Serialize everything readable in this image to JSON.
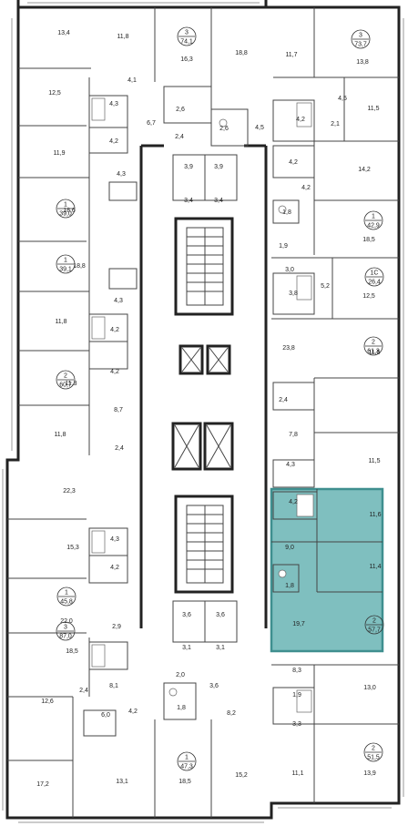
{
  "highlight_color": "#7fbfbf",
  "areas": [
    {
      "id": "a1",
      "text": "13,4"
    },
    {
      "id": "a2",
      "text": "11,8"
    },
    {
      "id": "a3",
      "text": "16,3"
    },
    {
      "id": "a4",
      "text": "18,8"
    },
    {
      "id": "a5",
      "text": "11,7"
    },
    {
      "id": "a6",
      "text": "13,8"
    },
    {
      "id": "a7",
      "text": "4,1"
    },
    {
      "id": "a8",
      "text": "12,5"
    },
    {
      "id": "a9",
      "text": "4,3"
    },
    {
      "id": "a10",
      "text": "2,6"
    },
    {
      "id": "a11",
      "text": "2,6"
    },
    {
      "id": "a12",
      "text": "6,7"
    },
    {
      "id": "a13",
      "text": "4,2"
    },
    {
      "id": "a14",
      "text": "2,4"
    },
    {
      "id": "a15",
      "text": "4,5"
    },
    {
      "id": "a16",
      "text": "4,5"
    },
    {
      "id": "a17",
      "text": "4,2"
    },
    {
      "id": "a18",
      "text": "2,1"
    },
    {
      "id": "a19",
      "text": "11,5"
    },
    {
      "id": "a20",
      "text": "11,9"
    },
    {
      "id": "a21",
      "text": "4,3"
    },
    {
      "id": "a22",
      "text": "3,9"
    },
    {
      "id": "a23",
      "text": "3,9"
    },
    {
      "id": "a24",
      "text": "4,2"
    },
    {
      "id": "a25",
      "text": "14,2"
    },
    {
      "id": "a26",
      "text": "18,6"
    },
    {
      "id": "a27",
      "text": "3,4"
    },
    {
      "id": "a28",
      "text": "3,4"
    },
    {
      "id": "a29",
      "text": "4,2"
    },
    {
      "id": "a30",
      "text": "1,8"
    },
    {
      "id": "a31",
      "text": "18,5"
    },
    {
      "id": "a32",
      "text": "18,8"
    },
    {
      "id": "a33",
      "text": "1,9"
    },
    {
      "id": "a34",
      "text": "3,0"
    },
    {
      "id": "a35",
      "text": "5,2"
    },
    {
      "id": "a36",
      "text": "3,8"
    },
    {
      "id": "a37",
      "text": "12,5"
    },
    {
      "id": "a38",
      "text": "4,3"
    },
    {
      "id": "a39",
      "text": "11,8"
    },
    {
      "id": "a40",
      "text": "4,2"
    },
    {
      "id": "a41",
      "text": "4,2"
    },
    {
      "id": "a42",
      "text": "23,8"
    },
    {
      "id": "a43",
      "text": "11,3"
    },
    {
      "id": "a44",
      "text": "8,7"
    },
    {
      "id": "a45",
      "text": "2,4"
    },
    {
      "id": "a46",
      "text": "11,5"
    },
    {
      "id": "a47",
      "text": "11,8"
    },
    {
      "id": "a48",
      "text": "7,8"
    },
    {
      "id": "a49",
      "text": "2,4"
    },
    {
      "id": "a50",
      "text": "11,5"
    },
    {
      "id": "a51",
      "text": "4,3"
    },
    {
      "id": "a52",
      "text": "22,3"
    },
    {
      "id": "a53",
      "text": "4,2"
    },
    {
      "id": "a54",
      "text": "11,6"
    },
    {
      "id": "a55",
      "text": "15,3"
    },
    {
      "id": "a56",
      "text": "4,3"
    },
    {
      "id": "a57",
      "text": "9,0"
    },
    {
      "id": "a58",
      "text": "4,2"
    },
    {
      "id": "a59",
      "text": "11,4"
    },
    {
      "id": "a60",
      "text": "1,8"
    },
    {
      "id": "a61",
      "text": "22,0"
    },
    {
      "id": "a62",
      "text": "19,7"
    },
    {
      "id": "a63",
      "text": "3,6"
    },
    {
      "id": "a64",
      "text": "3,6"
    },
    {
      "id": "a65",
      "text": "2,9"
    },
    {
      "id": "a66",
      "text": "3,1"
    },
    {
      "id": "a67",
      "text": "3,1"
    },
    {
      "id": "a68",
      "text": "18,5"
    },
    {
      "id": "a69",
      "text": "8,3"
    },
    {
      "id": "a70",
      "text": "8,1"
    },
    {
      "id": "a71",
      "text": "2,0"
    },
    {
      "id": "a72",
      "text": "3,6"
    },
    {
      "id": "a73",
      "text": "13,0"
    },
    {
      "id": "a74",
      "text": "2,4"
    },
    {
      "id": "a75",
      "text": "1,9"
    },
    {
      "id": "a76",
      "text": "12,6"
    },
    {
      "id": "a77",
      "text": "6,0"
    },
    {
      "id": "a78",
      "text": "4,2"
    },
    {
      "id": "a79",
      "text": "1,8"
    },
    {
      "id": "a80",
      "text": "8,2"
    },
    {
      "id": "a81",
      "text": "3,3"
    },
    {
      "id": "a82",
      "text": "17,2"
    },
    {
      "id": "a83",
      "text": "13,1"
    },
    {
      "id": "a84",
      "text": "18,5"
    },
    {
      "id": "a85",
      "text": "15,2"
    },
    {
      "id": "a86",
      "text": "11,1"
    },
    {
      "id": "a87",
      "text": "13,9"
    }
  ],
  "apartments": [
    {
      "id": "b1",
      "rooms": "3",
      "total": "74,1"
    },
    {
      "id": "b2",
      "rooms": "3",
      "total": "73,7"
    },
    {
      "id": "b3",
      "rooms": "1",
      "total": "39,0"
    },
    {
      "id": "b4",
      "rooms": "1",
      "total": "42,9"
    },
    {
      "id": "b5",
      "rooms": "1",
      "total": "39,1"
    },
    {
      "id": "b6",
      "rooms": "1С",
      "total": "26,4"
    },
    {
      "id": "b7",
      "rooms": "2",
      "total": "61,3"
    },
    {
      "id": "b8",
      "rooms": "2",
      "total": "60,7"
    },
    {
      "id": "b9",
      "rooms": "1",
      "total": "45,8"
    },
    {
      "id": "b10",
      "rooms": "2",
      "total": "57,7"
    },
    {
      "id": "b11",
      "rooms": "3",
      "total": "87,0"
    },
    {
      "id": "b12",
      "rooms": "1",
      "total": "47,3"
    },
    {
      "id": "b13",
      "rooms": "2",
      "total": "51,5"
    }
  ]
}
